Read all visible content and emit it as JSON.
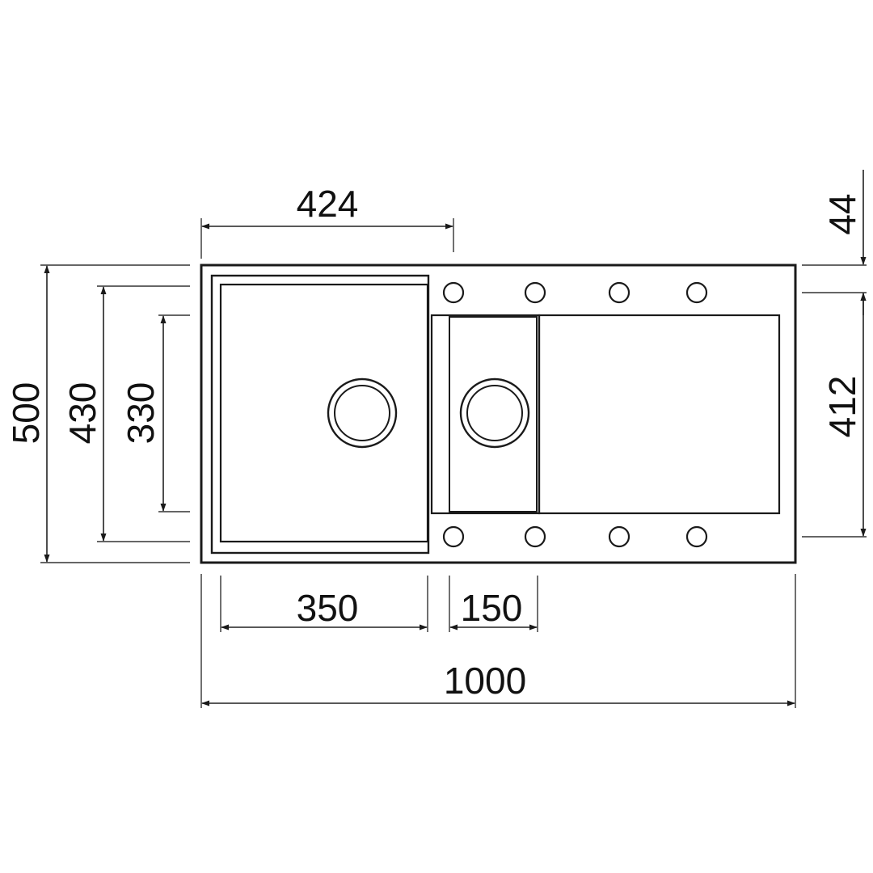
{
  "drawing": {
    "line_color": "#1a1a1a",
    "background": "#ffffff",
    "dimensions": {
      "top_width": "424",
      "overall_height": "500",
      "inner_height": "430",
      "bowl_height": "330",
      "top_offset": "44",
      "drainer_height": "412",
      "bowl_width": "350",
      "small_bowl_width": "150",
      "overall_width": "1000"
    }
  }
}
